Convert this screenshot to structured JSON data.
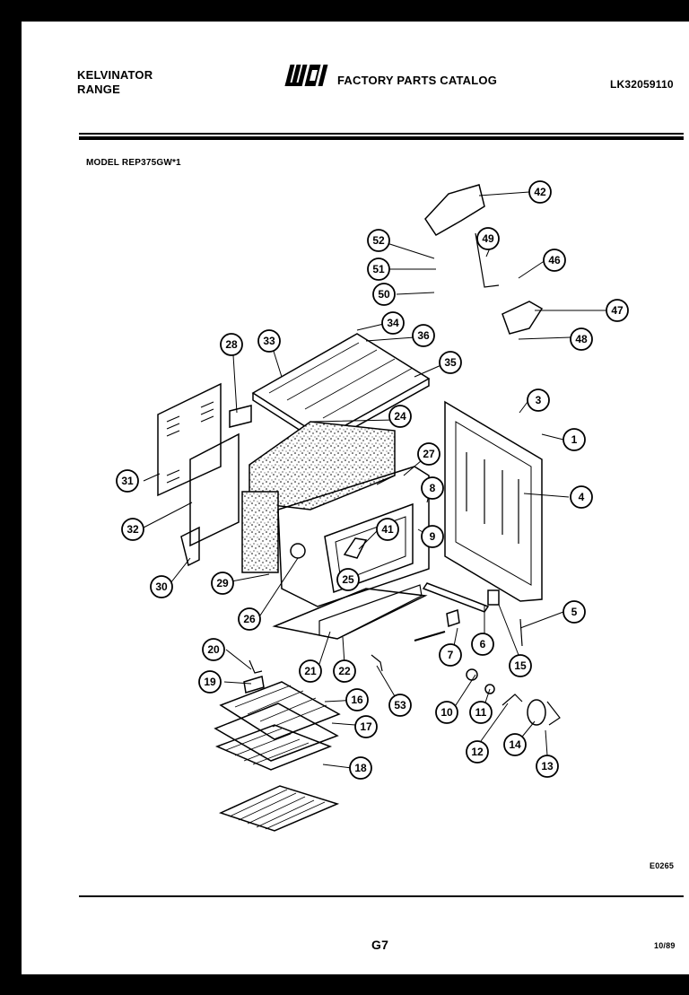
{
  "header": {
    "brand_line1": "KELVINATOR",
    "brand_line2": "RANGE",
    "logo_text": "WCI",
    "catalog_title": "FACTORY PARTS CATALOG",
    "catalog_number": "LK32059110"
  },
  "model_label": "MODEL REP375GW*1",
  "diagram_code": "E0265",
  "page_number": "G7",
  "date": "10/89",
  "callouts": [
    "1",
    "3",
    "4",
    "5",
    "6",
    "7",
    "8",
    "9",
    "10",
    "11",
    "12",
    "13",
    "14",
    "15",
    "16",
    "17",
    "18",
    "19",
    "20",
    "21",
    "22",
    "24",
    "25",
    "26",
    "27",
    "28",
    "29",
    "30",
    "31",
    "32",
    "33",
    "34",
    "35",
    "36",
    "41",
    "42",
    "46",
    "47",
    "48",
    "49",
    "50",
    "51",
    "52",
    "53"
  ]
}
